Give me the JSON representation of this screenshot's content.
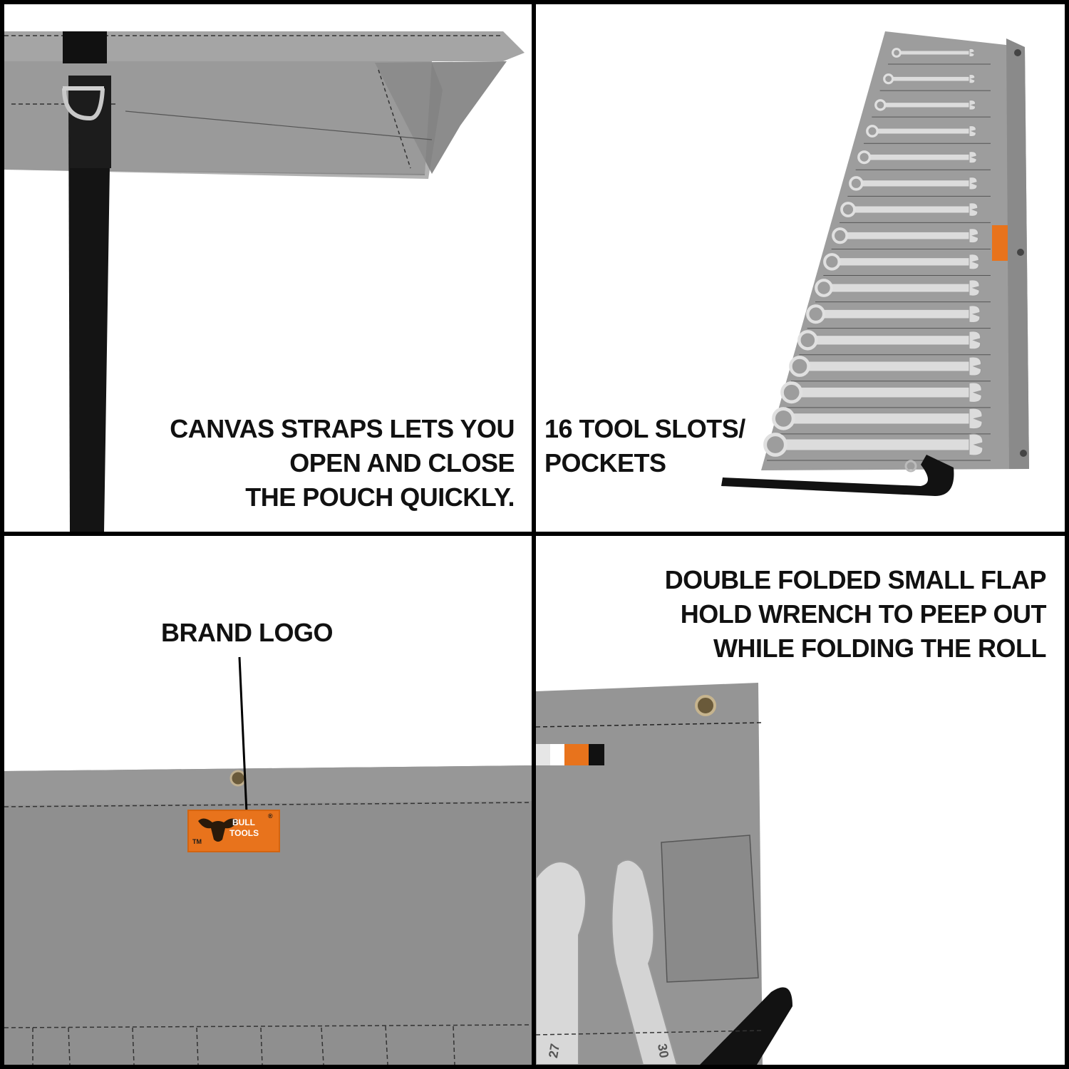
{
  "panels": {
    "strap": {
      "caption_lines": [
        "CANVAS STRAPS LETS YOU",
        "OPEN AND CLOSE",
        "THE POUCH QUICKLY."
      ]
    },
    "slots": {
      "caption_lines": [
        "16 TOOL SLOTS/",
        "POCKETS"
      ],
      "wrench_count": 16
    },
    "logo": {
      "caption": "BRAND LOGO",
      "logo_line1": "BULL",
      "logo_line2": "TOOLS",
      "trademark": "TM",
      "registered": "®"
    },
    "flap": {
      "caption_lines": [
        "DOUBLE FOLDED SMALL FLAP",
        "HOLD WRENCH TO PEEP OUT",
        "WHILE FOLDING THE ROLL"
      ],
      "wrench_label_left": "27",
      "wrench_label_right": "30"
    }
  },
  "colors": {
    "canvas": "#8e8e8e",
    "canvas_light": "#a3a3a3",
    "strap": "#111111",
    "logo_orange": "#e8731c",
    "steel": "#d9d9d9",
    "border": "#000000"
  },
  "icons": [
    "d-ring-icon",
    "grommet-icon",
    "bull-logo-icon",
    "wrench-icon"
  ]
}
